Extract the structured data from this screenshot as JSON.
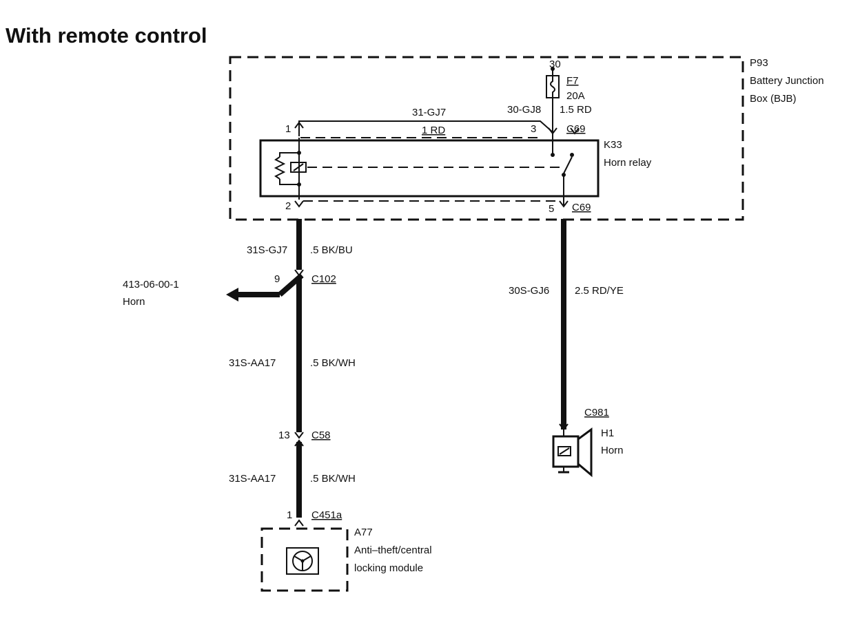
{
  "title": "With remote control",
  "bjb": {
    "id": "P93",
    "name_line1": "Battery Junction",
    "name_line2": "Box (BJB)"
  },
  "fuse": {
    "terminal": "30",
    "id": "F7",
    "rating": "20A",
    "wire_code": "30-GJ8",
    "wire_spec": "1.5 RD"
  },
  "relay": {
    "id": "K33",
    "name": "Horn relay",
    "connector": "C69",
    "pin1": "1",
    "pin2": "2",
    "pin3": "3",
    "pin5": "5",
    "top_wire_code": "31-GJ7",
    "top_wire_spec": "1 RD"
  },
  "wires": {
    "w1_code": "31S-GJ7",
    "w1_spec": ".5 BK/BU",
    "w2_code": "31S-AA17",
    "w2_spec": ".5 BK/WH",
    "w3_code": "31S-AA17",
    "w3_spec": ".5 BK/WH",
    "w4_code": "30S-GJ6",
    "w4_spec": "2.5 RD/YE"
  },
  "connectors": {
    "c102": "C102",
    "c102_pin": "9",
    "c58": "C58",
    "c58_pin": "13",
    "c451a": "C451a",
    "c451a_pin": "1",
    "c981": "C981"
  },
  "reference": {
    "page": "413-06-00-1",
    "name": "Horn"
  },
  "horn": {
    "id": "H1",
    "name": "Horn"
  },
  "module": {
    "id": "A77",
    "name_line1": "Anti–theft/central",
    "name_line2": "locking module"
  }
}
